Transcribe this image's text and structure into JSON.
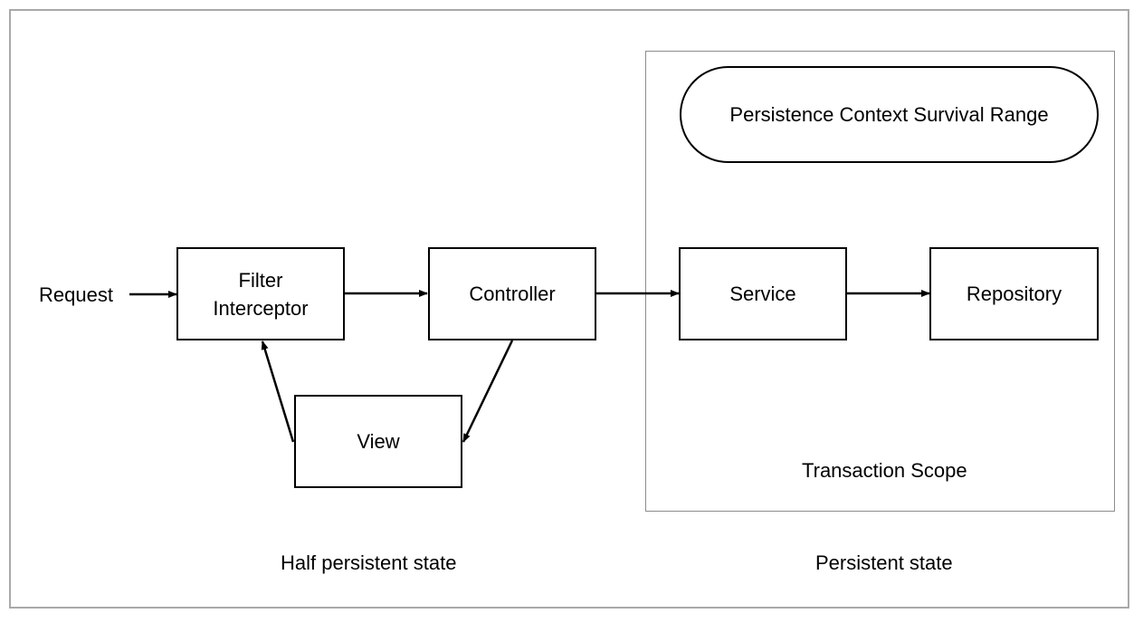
{
  "diagram": {
    "request_label": "Request",
    "nodes": {
      "filter": "Filter\nInterceptor",
      "controller": "Controller",
      "view": "View",
      "service": "Service",
      "repository": "Repository",
      "persistence_context": "Persistence Context Survival Range"
    },
    "scope_label": "Transaction Scope",
    "captions": {
      "left": "Half persistent state",
      "right": "Persistent state"
    },
    "edges": [
      {
        "from": "Request",
        "to": "Filter Interceptor"
      },
      {
        "from": "Filter Interceptor",
        "to": "Controller"
      },
      {
        "from": "Controller",
        "to": "Service"
      },
      {
        "from": "Service",
        "to": "Repository"
      },
      {
        "from": "Controller",
        "to": "View"
      },
      {
        "from": "View",
        "to": "Filter Interceptor"
      }
    ]
  }
}
